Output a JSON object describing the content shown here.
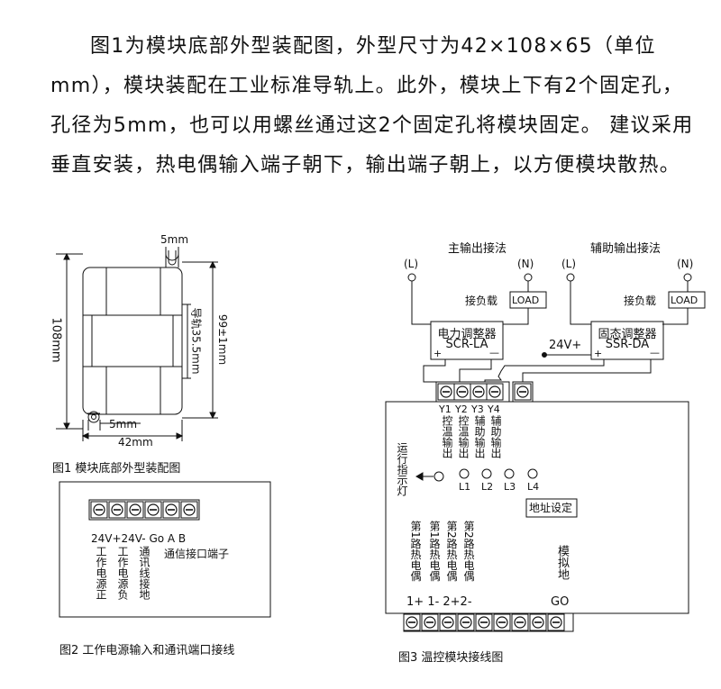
{
  "paragraph": "图1为模块底部外型装配图，外型尺寸为42×108×65（单位mm），模块装配在工业标准导轨上。此外，模块上下有2个固定孔，孔径为5mm，也可以用螺丝通过这2个固定孔将模块固定。 建议采用垂直安装，热电偶输入端子朝下，输出端子朝上，以方便模块散热。",
  "fig1": {
    "top_hole": "5mm",
    "height": "108mm",
    "rail": "导轨35.5mm",
    "length": "99±1mm",
    "bottom_hole": "5mm",
    "width": "42mm",
    "caption": "图1 模块底部外型装配图"
  },
  "fig2": {
    "top_labels": "24V+24V- Go  A   B",
    "col1": "工作电源正",
    "col2": "工作电源负",
    "col3": "通讯线接地",
    "comm": "通信接口端子",
    "caption": "图2 工作电源输入和通讯端口接线"
  },
  "fig3": {
    "main_title": "主输出接法",
    "aux_title": "辅助输出接法",
    "L1": "(L)",
    "N1": "(N)",
    "L2": "(L)",
    "N2": "(N)",
    "load1_label": "接负载",
    "load1": "LOAD",
    "load2_label": "接负载",
    "load2": "LOAD",
    "scr1_name": "电力调整器",
    "scr1_model": "SCR-LA",
    "scr2_name": "固态调整器",
    "scr2_model": "SSR-DA",
    "plus1": "+",
    "minus1": "—",
    "plus2": "+",
    "minus2": "—",
    "v24": "24V+",
    "y1": "Y1",
    "y2": "Y2",
    "y3": "Y3",
    "y4": "Y4",
    "y1d": "控温输出",
    "y2d": "控温输出",
    "y3d": "辅助输出",
    "y4d": "辅助输出",
    "run": "运行指示灯",
    "l1": "L1",
    "l2": "L2",
    "l3": "L3",
    "l4": "L4",
    "addr": "地址设定",
    "tc1": "第1路热电偶",
    "tc2": "第1路热电偶",
    "tc3": "第2路热电偶",
    "tc4": "第2路热电偶",
    "analog": "模拟地",
    "bottom_a": "1+ 1-  2+2-",
    "bottom_b": "GO",
    "caption": "图3 温控模块接线图"
  },
  "screw_icon": "circle-minus-screw"
}
